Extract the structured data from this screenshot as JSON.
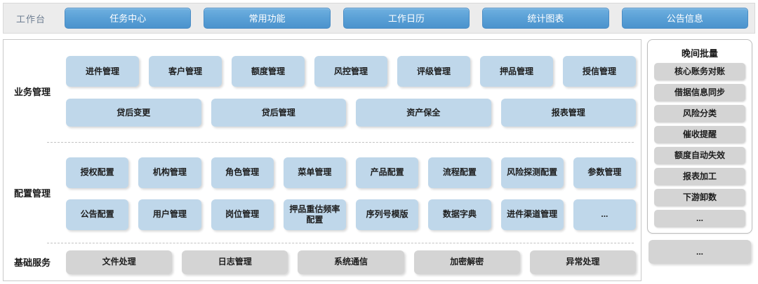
{
  "topbar": {
    "label": "工作台",
    "tabs": [
      {
        "label": "任务中心"
      },
      {
        "label": "常用功能"
      },
      {
        "label": "工作日历"
      },
      {
        "label": "统计图表"
      },
      {
        "label": "公告信息"
      }
    ],
    "accent_color": "#5aa0d6",
    "background_color": "#ececec"
  },
  "sections": {
    "business": {
      "label": "业务管理",
      "row1": [
        "进件管理",
        "客户管理",
        "额度管理",
        "风控管理",
        "评级管理",
        "押品管理",
        "授信管理"
      ],
      "row2": [
        "贷后变更",
        "贷后管理",
        "资产保全",
        "报表管理"
      ],
      "tile_color": "#bfd7ea"
    },
    "config": {
      "label": "配置管理",
      "row1": [
        "授权配置",
        "机构管理",
        "角色管理",
        "菜单管理",
        "产品配置",
        "流程配置",
        "风险探测配置",
        "参数管理"
      ],
      "row2": [
        "公告配置",
        "用户管理",
        "岗位管理",
        "押品重估频率配置",
        "序列号模版",
        "数据字典",
        "进件渠道管理",
        "..."
      ],
      "tile_color": "#bfd7ea"
    },
    "base": {
      "label": "基础服务",
      "items": [
        "文件处理",
        "日志管理",
        "系统通信",
        "加密解密",
        "异常处理"
      ],
      "tile_color": "#d4d4d4"
    }
  },
  "batch_panel": {
    "title": "晚间批量",
    "items": [
      "核心账务对账",
      "借据信息同步",
      "风险分类",
      "催收提醒",
      "额度自动失效",
      "报表加工",
      "下游卸数",
      "..."
    ],
    "more_label": "...",
    "tile_color": "#d4d4d4"
  }
}
